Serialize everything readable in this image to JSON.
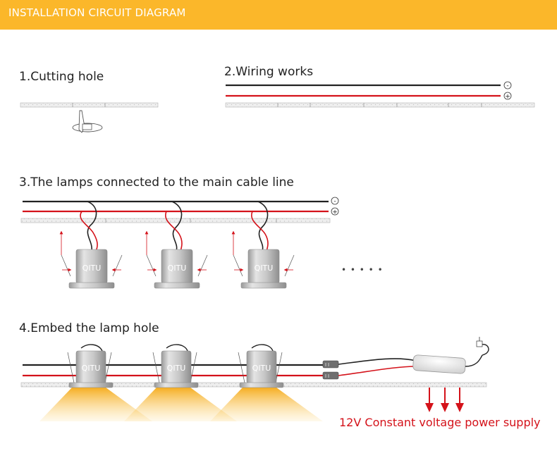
{
  "header": {
    "title": "INSTALLATION CIRCUIT DIAGRAM"
  },
  "steps": [
    {
      "title": "1.Cutting hole"
    },
    {
      "title": "2.Wiring works"
    },
    {
      "title": "3.The lamps connected to the main cable line"
    },
    {
      "title": "4.Embed the lamp hole"
    }
  ],
  "polarity": {
    "negative": "-",
    "positive": "+"
  },
  "lamp_brand": "QITU",
  "continuation": "• • • • •",
  "power_supply_label": "12V Constant voltage power supply",
  "colors": {
    "header": "#fbb72a",
    "negative_wire": "#222222",
    "positive_wire": "#d4121a",
    "light_glow": "#f7b633",
    "label_red": "#d4121a"
  }
}
